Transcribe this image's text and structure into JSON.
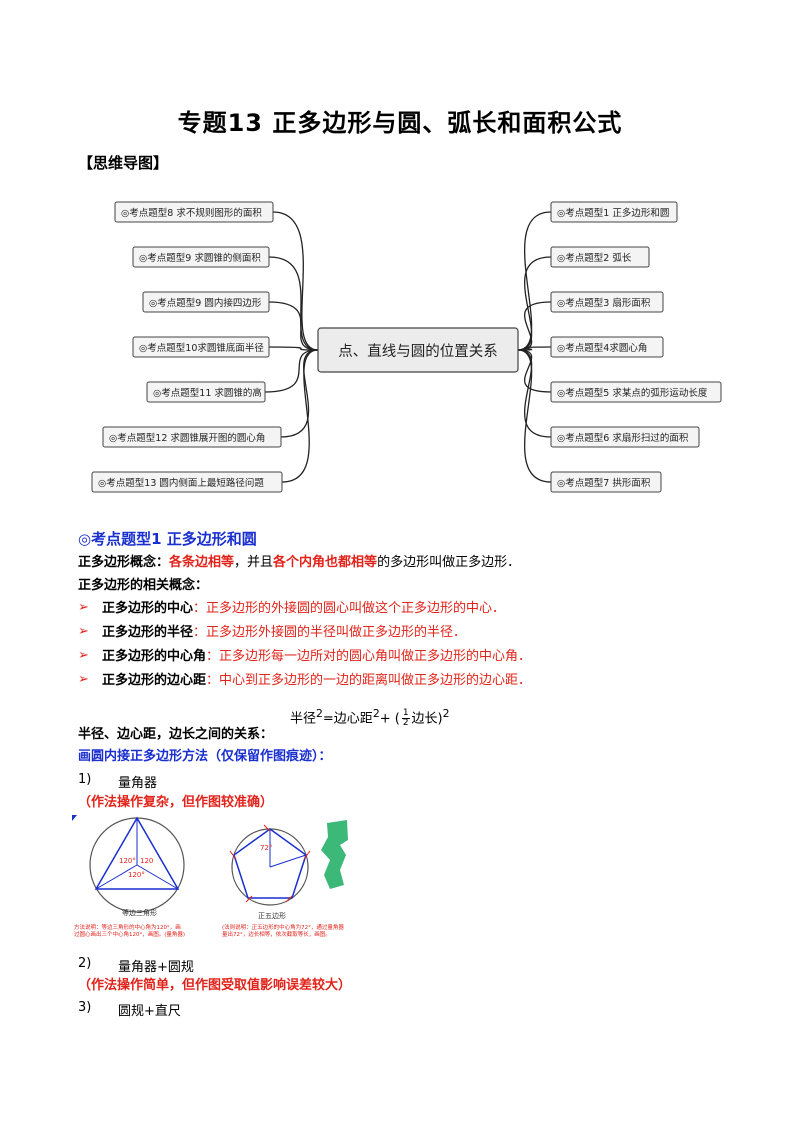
{
  "title": "专题13  正多边形与圆、弧长和面积公式",
  "mindmap_label": "【思维导图】",
  "mindmap": {
    "center": "点、直线与圆的位置关系",
    "left": [
      "◎考点题型8  求不规则图形的面积",
      "◎考点题型9  求圆锥的侧面积",
      "◎考点题型9  圆内接四边形",
      "◎考点题型10求圆锥底面半径",
      "◎考点题型11  求圆锥的高",
      "◎考点题型12  求圆锥展开图的圆心角",
      "◎考点题型13  圆内侧面上最短路径问题"
    ],
    "right": [
      "◎考点题型1 正多边形和圆",
      "◎考点题型2   弧长",
      "◎考点题型3  扇形面积",
      "◎考点题型4求圆心角",
      "◎考点题型5   求某点的弧形运动长度",
      "◎考点题型6  求扇形扫过的面积",
      "◎考点题型7  拱形面积"
    ]
  },
  "section1": {
    "heading": "◎考点题型1  正多边形和圆",
    "concept_label": "正多边形概念：",
    "concept_red1": "各条边相等",
    "concept_mid": "，并且",
    "concept_red2": "各个内角也都相等",
    "concept_end": "的多边形叫做正多边形．",
    "related_label": "正多边形的相关概念：",
    "bullets": [
      {
        "term": "正多边形的中心",
        "def": "：正多边形的外接圆的圆心叫做这个正多边形的中心．"
      },
      {
        "term": "正多边形的半径",
        "def": "：正多边形外接圆的半径叫做正多边形的半径．"
      },
      {
        "term": "正多边形的中心角",
        "def": "：正多边形每一边所对的圆心角叫做正多边形的中心角．"
      },
      {
        "term": "正多边形的边心距",
        "def": "：中心到正多边形的一边的距离叫做正多边形的边心距．"
      }
    ],
    "bullet_symbol": "➢",
    "formula": {
      "a": "半径",
      "b": "=边心距",
      "c": "+  (",
      "num": "1",
      "den": "2",
      "d": "边长)",
      "sq": "2"
    },
    "relation_label": "半径、边心距，边长之间的关系：",
    "method_heading": "画圆内接正多边形方法（仅保留作图痕迹）：",
    "methods": [
      {
        "num": "1)",
        "label": "量角器",
        "note": "（作法操作复杂，但作图较准确）"
      },
      {
        "num": "2)",
        "label": "量角器+圆规",
        "note": "（作法操作简单，但作图受取值影响误差较大）"
      },
      {
        "num": "3)",
        "label": "圆规+直尺",
        "note": ""
      }
    ]
  },
  "figures": {
    "left_caption": "等边三角形",
    "right_caption": "正五边形",
    "angle_left_1": "120°",
    "angle_left_2": "120",
    "angle_left_3": "120°",
    "angle_right": "72°",
    "left_note_1": "方法说明：等边三角形的中心角为120°，画",
    "left_note_2": "过圆心画出三个中心角120°，画图。(量角器)",
    "right_note_1": "(法则说明：正五边形的中心角为72°，通过量角器",
    "right_note_2": "量出72°，边长相等，依次截取等长，画图。",
    "colors": {
      "red": "#e2231a",
      "blue": "#1a2fd0",
      "green": "#3cb878"
    }
  }
}
